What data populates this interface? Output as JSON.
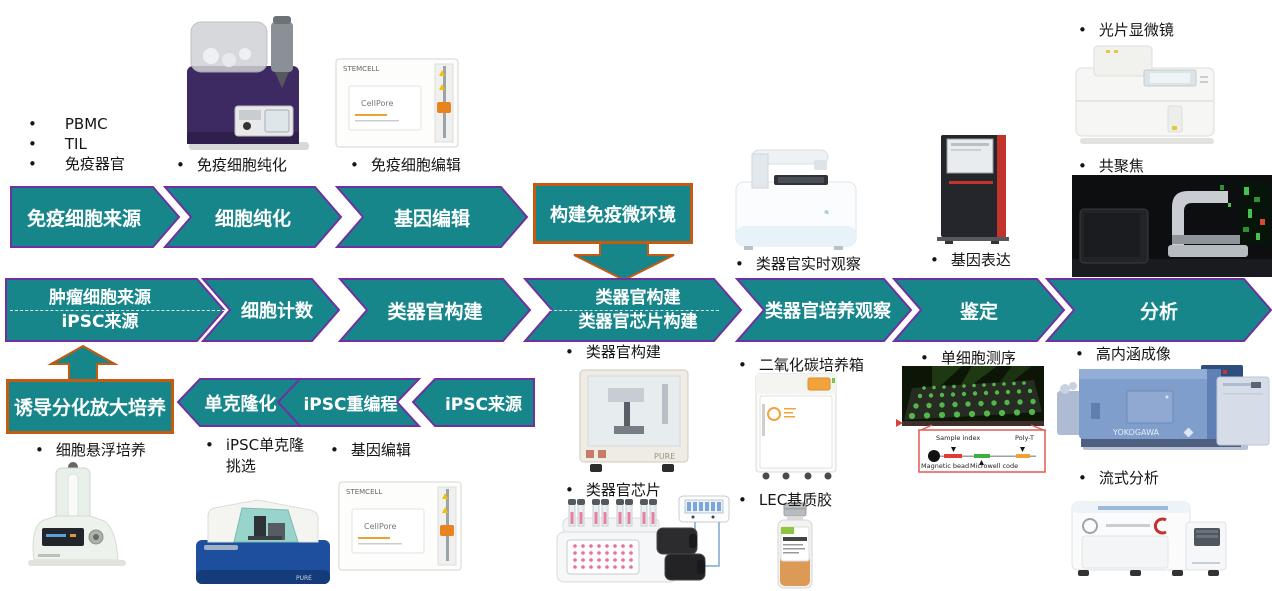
{
  "ui": {
    "bullet": "•"
  },
  "colors": {
    "teal": "#17868B",
    "purple": "#7030A0",
    "orange": "#C55A11"
  },
  "rows": {
    "top": {
      "arrows": [
        {
          "label": "免疫细胞来源"
        },
        {
          "label": "细胞纯化"
        },
        {
          "label": "基因编辑"
        }
      ],
      "box": {
        "label": "构建免疫微环境"
      }
    },
    "middle": {
      "arrows": [
        {
          "line1": "肿瘤细胞来源",
          "line2": "iPSC来源"
        },
        {
          "label": "细胞计数"
        },
        {
          "label": "类器官构建"
        },
        {
          "line1": "类器官构建",
          "line2": "类器官芯片构建"
        },
        {
          "label": "类器官培养观察"
        },
        {
          "label": "鉴定"
        },
        {
          "label": "分析"
        }
      ]
    },
    "bottom": {
      "box": {
        "label": "诱导分化放大培养"
      },
      "arrows": [
        {
          "label": "单克隆化"
        },
        {
          "label": "iPSC重编程"
        },
        {
          "label": "iPSC来源"
        }
      ]
    }
  },
  "bullets": {
    "immune_sources": [
      "PBMC",
      "TIL",
      "免疫器官"
    ],
    "immune_purify": "免疫细胞纯化",
    "immune_edit": "免疫细胞编辑",
    "organoid_live": "类器官实时观察",
    "gene_expression": "基因表达",
    "lightsheet": "光片显微镜",
    "confocal": "共聚焦",
    "organoid_build": "类器官构建",
    "organoid_chip": "类器官芯片",
    "co2_incubator": "二氧化碳培养箱",
    "lec_gel": "LEC基质胶",
    "single_cell_seq": "单细胞测序",
    "high_content": "高内涵成像",
    "flow_analysis": "流式分析",
    "suspension_culture": "细胞悬浮培养",
    "ipsc_clone_line1": "iPSC单克隆",
    "ipsc_clone_line2": "挑选",
    "gene_edit_bottom": "基因编辑"
  },
  "brands": {
    "yokogawa": "YOKOGAWA",
    "pure": "PURE",
    "stemcell": "STEMCELL",
    "cellpore": "CellPore"
  },
  "seq_diagram": {
    "sample_index": "Sample index",
    "poly_t": "Poly-T",
    "magnetic_bead": "Magnetic bead",
    "microwell_code": "Microwell code"
  }
}
